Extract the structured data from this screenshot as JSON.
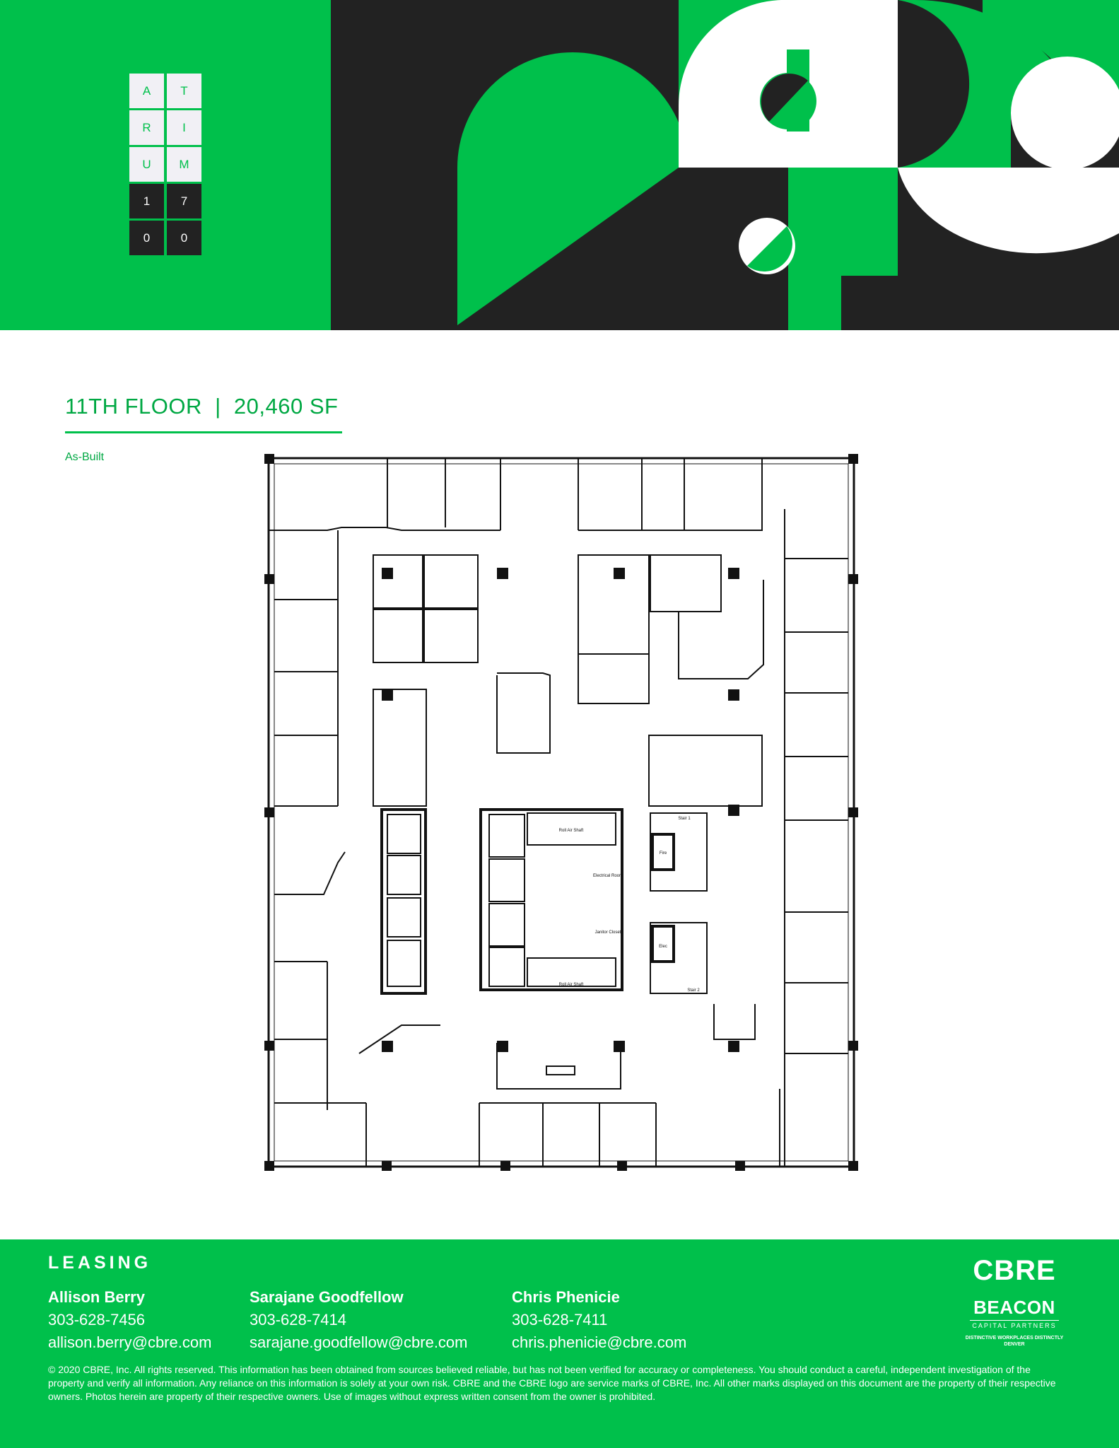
{
  "header": {
    "logo_letters": [
      "A",
      "T",
      "R",
      "I",
      "U",
      "M",
      "1",
      "7",
      "0",
      "0"
    ]
  },
  "floor": {
    "title": "11TH FLOOR  |  20,460 SF",
    "subtitle": "As-Built"
  },
  "plan_labels": {
    "shaft_top": "Roll Air Shaft",
    "shaft_bottom": "Roll Air Shaft",
    "electrical": "Electrical Room",
    "stair_1": "Stair 1",
    "stair_2": "Stair 2",
    "elec_2": "Elec",
    "fire": "Fire",
    "janitor": "Janitor Closet"
  },
  "footer": {
    "leasing_label": "LEASING",
    "contacts": [
      {
        "name": "Allison Berry",
        "phone": "303-628-7456",
        "email": "allison.berry@cbre.com"
      },
      {
        "name": "Sarajane Goodfellow",
        "phone": "303-628-7414",
        "email": "sarajane.goodfellow@cbre.com"
      },
      {
        "name": "Chris Phenicie",
        "phone": "303-628-7411",
        "email": "chris.phenicie@cbre.com"
      }
    ],
    "disclaimer": "© 2020 CBRE, Inc. All rights reserved. This information has been obtained from sources believed reliable, but has not been verified for accuracy or completeness. You should conduct a careful, independent investigation of the property and verify all information. Any reliance on this information is solely at your own risk. CBRE and the CBRE logo are service marks of CBRE, Inc. All other marks displayed on this document are the property of their respective owners. Photos herein are property of their respective owners. Use of images without express written consent from the owner is prohibited.",
    "brand_cbre": "CBRE",
    "brand_beacon": "BEACON",
    "brand_beacon_sub": "CAPITAL PARTNERS",
    "brand_tagline": "DISTINCTIVE WORKPLACES DISTINCTLY DENVER"
  },
  "colors": {
    "brand_green": "#00c04b",
    "dark": "#222222",
    "light": "#f1f0f5"
  }
}
